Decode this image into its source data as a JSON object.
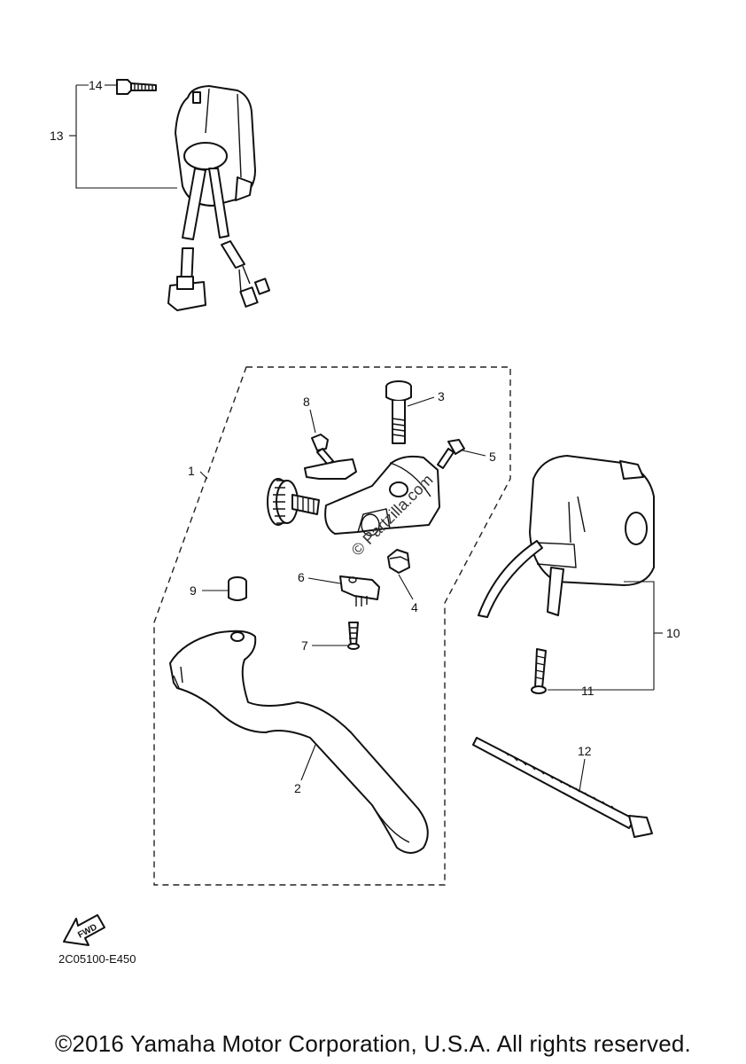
{
  "callouts": {
    "c1": "1",
    "c2": "2",
    "c3": "3",
    "c4": "4",
    "c5": "5",
    "c6": "6",
    "c7": "7",
    "c8": "8",
    "c9": "9",
    "c10": "10",
    "c11": "11",
    "c12": "12",
    "c13": "13",
    "c14": "14"
  },
  "fwd_label": "FWD",
  "watermark": "© Partzilla.com",
  "diagram_code": "2C05100-E450",
  "copyright": "©2016 Yamaha Motor Corporation, U.S.A. All rights reserved."
}
